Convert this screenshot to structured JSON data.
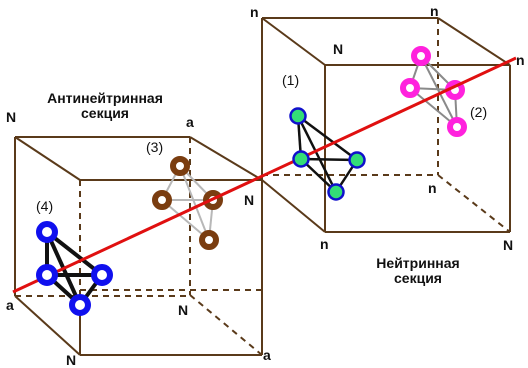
{
  "sections": {
    "antineutrino": {
      "line1": "Антинейтринная",
      "line2": "секция"
    },
    "neutrino": {
      "line1": "Нейтринная",
      "line2": "секция"
    }
  },
  "labels": {
    "n": "n",
    "N": "N",
    "a": "a",
    "group1": "(1)",
    "group2": "(2)",
    "group3": "(3)",
    "group4": "(4)"
  },
  "colors": {
    "cube_edge": "#5a3a1a",
    "axis": "#e01010",
    "group1": "#33dd77",
    "group1_ring": "#1010cc",
    "group2": "#ff22dd",
    "group3": "#7a3d10",
    "group4": "#1010ee"
  }
}
